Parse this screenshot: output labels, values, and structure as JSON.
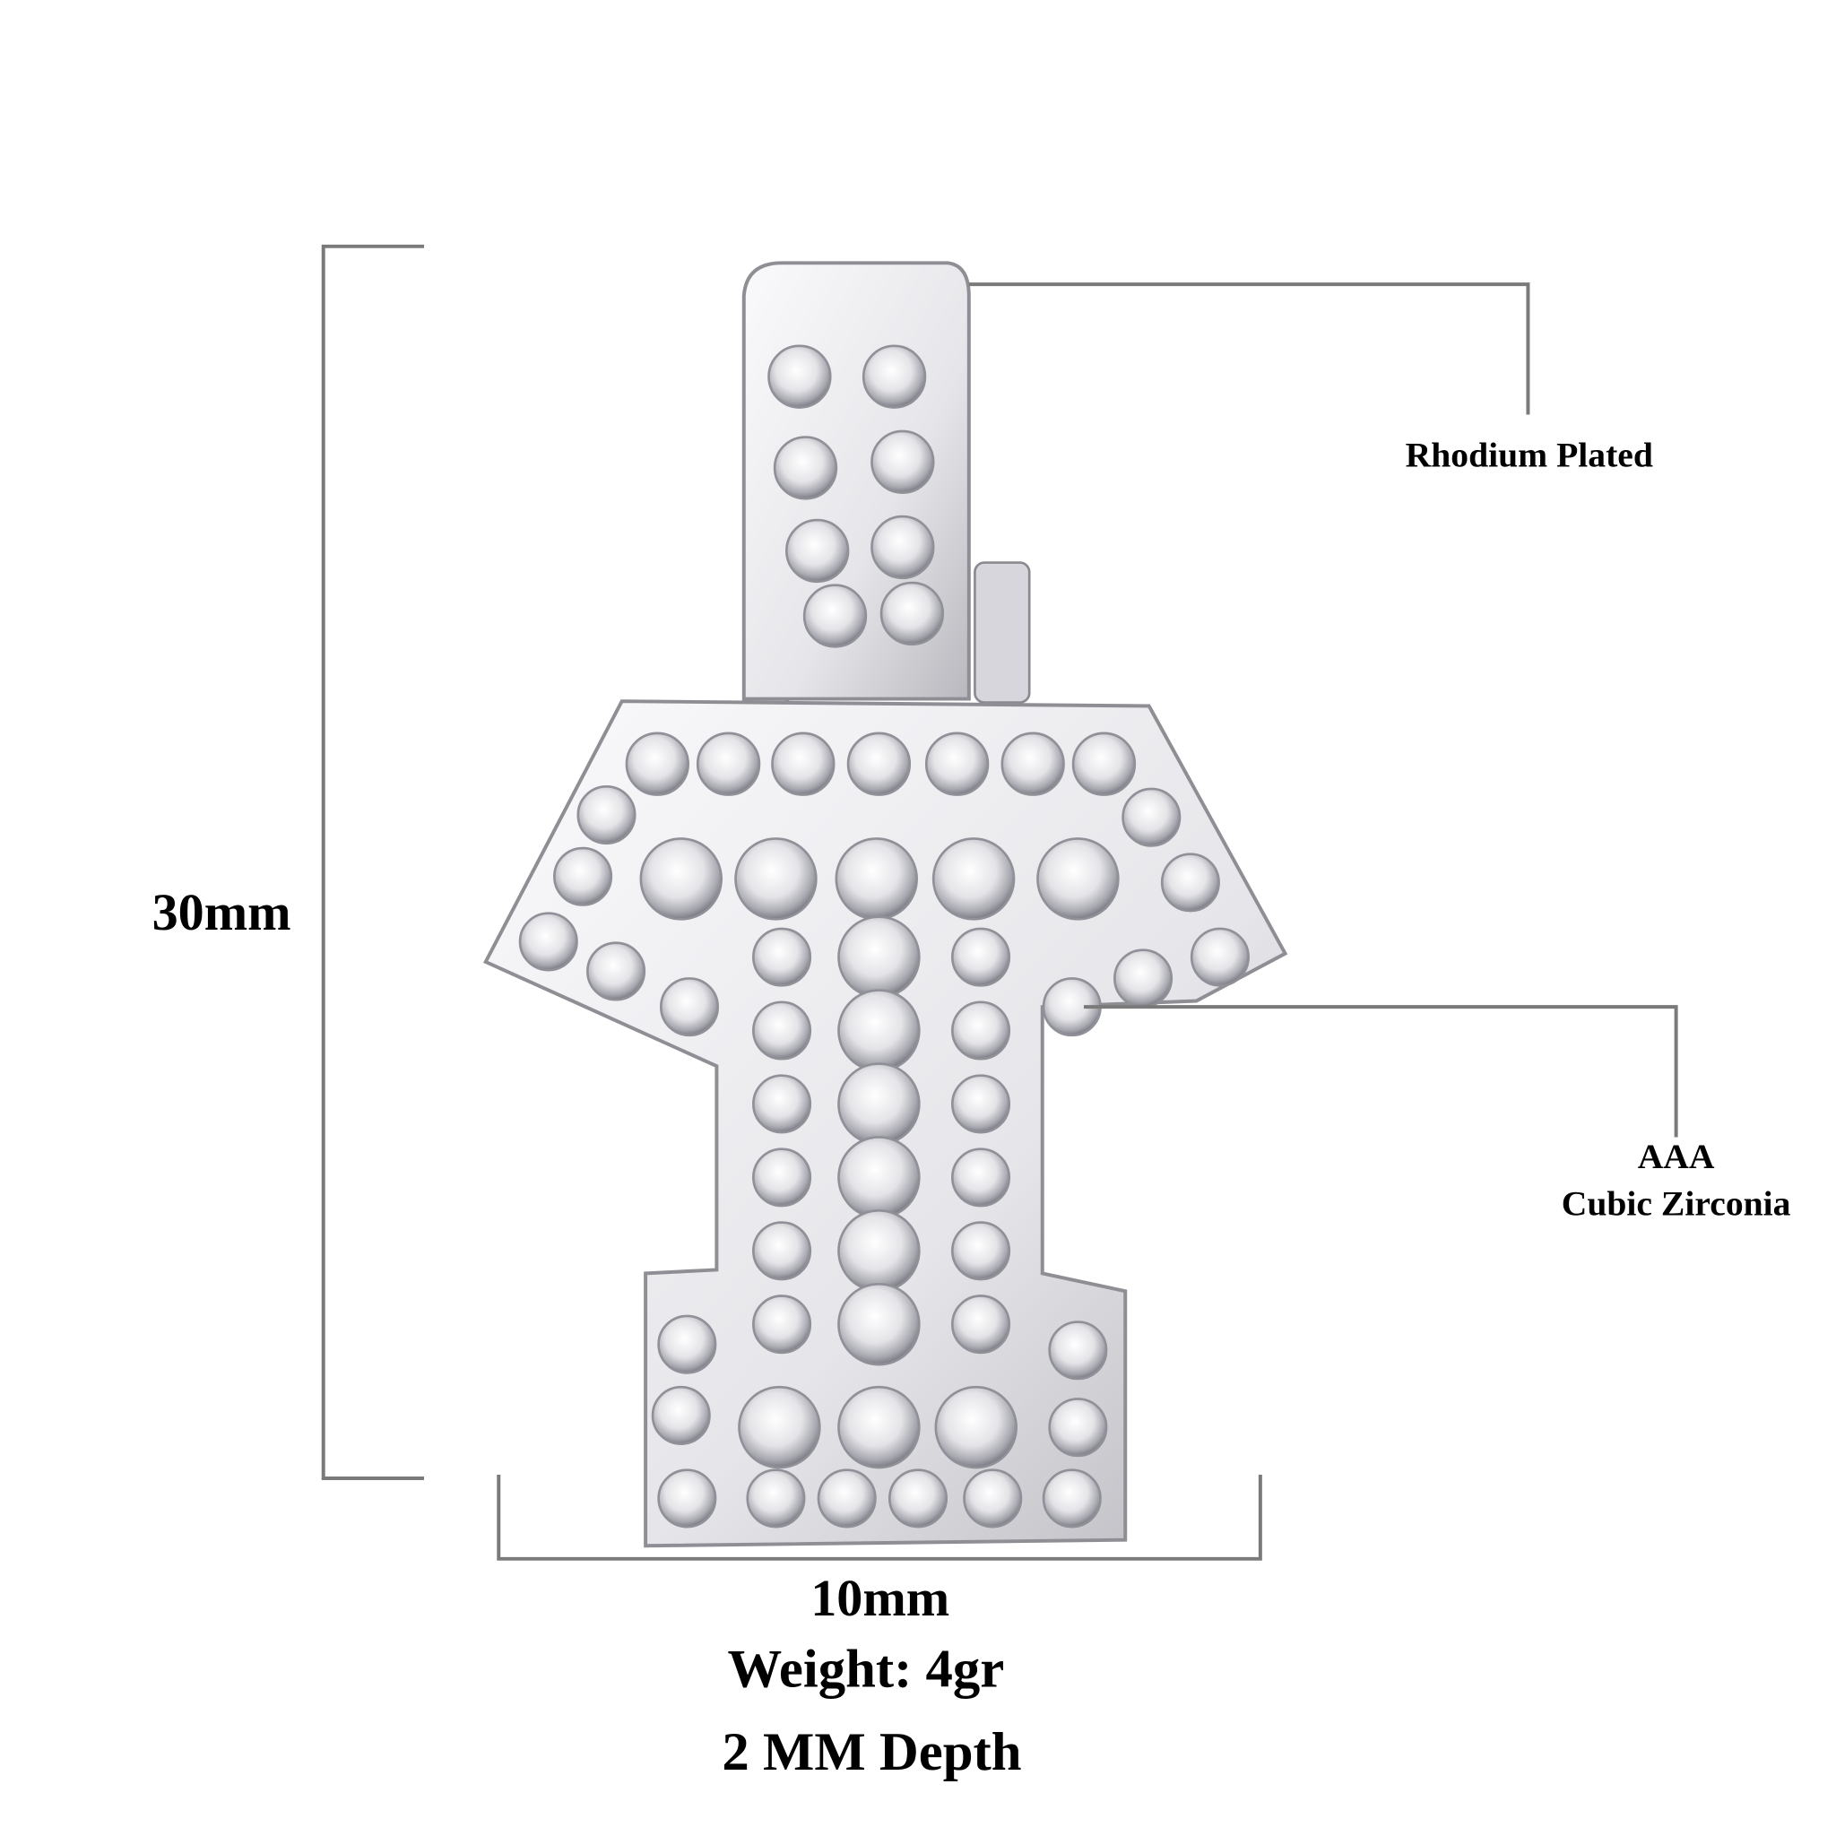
{
  "product": {
    "height_label": "30mm",
    "width_label": "10mm",
    "weight_label": "Weight: 4gr",
    "depth_label": "2 MM Depth"
  },
  "callouts": {
    "plating": "Rhodium Plated",
    "stone_grade": "AAA",
    "stone_type": "Cubic Zirconia"
  },
  "colors": {
    "dimension_line": "#7a7a7a",
    "metal_light": "#f4f4f6",
    "metal_dark": "#9a9aa0"
  }
}
